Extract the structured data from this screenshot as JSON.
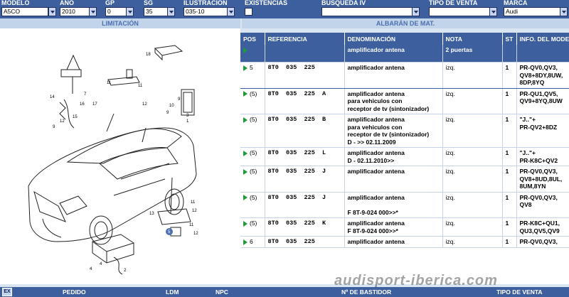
{
  "colors": {
    "header": "#3e5f9e",
    "band": "#c2d4ea",
    "row_text": "#000000",
    "play_icon": "#1e9a3a"
  },
  "header": {
    "fields": [
      {
        "label": "MODELO",
        "value": "A5CO"
      },
      {
        "label": "AÑO",
        "value": "2010"
      },
      {
        "label": "GP",
        "value": "0"
      },
      {
        "label": "SG",
        "value": "35"
      },
      {
        "label": "ILUSTRACION",
        "value": "035-10"
      },
      {
        "label": "EXISTENCIAS",
        "value": ""
      },
      {
        "label": "BUSQUEDA IV",
        "value": ""
      },
      {
        "label": "TIPO DE VENTA",
        "value": ""
      },
      {
        "label": "MARCA",
        "value": "Audi"
      }
    ]
  },
  "bands": {
    "limitacion": "LIMITACIÓN",
    "albaran": "ALBARÁN DE MAT."
  },
  "table": {
    "headers": [
      "POS",
      "REFERENCIA",
      "DENOMINACIÓN",
      "NOTA",
      "ST",
      "INFO. DEL MODE"
    ],
    "subheader": {
      "denominacion": "amplificador antena",
      "nota": "2 puertas"
    },
    "rows": [
      {
        "pos": "5",
        "ref": "8T0  035  225",
        "denom": "amplificador antena",
        "nota": "izq.",
        "st": "1",
        "info": "PR-QV0,QV3,\nQV8+8DY,8UW,\n8DP,8YQ"
      },
      {
        "pos": "(5)",
        "ref": "8T0  035  225  A",
        "denom": "amplificador antena\npara vehiculos con\nreceptor de tv (sintonizador)",
        "nota": "izq.",
        "st": "1",
        "info": "PR-QU1,QV5,\nQV9+8YQ,8UW"
      },
      {
        "pos": "(5)",
        "ref": "8T0  035  225  B",
        "denom": "amplificador antena\npara vehiculos con\nreceptor de tv (sintonizador)\nD -           >>  02.11.2009",
        "nota": "izq.",
        "st": "1",
        "info": "\"J..\"+\nPR-QV2+8DZ"
      },
      {
        "pos": "(5)",
        "ref": "8T0  035  225  L",
        "denom": "amplificador antena\nD - 02.11.2010>>",
        "nota": "izq.",
        "st": "1",
        "info": "\"J..\"+\nPR-K8C+QV2"
      },
      {
        "pos": "(5)",
        "ref": "8T0  035  225  J",
        "denom": "amplificador antena",
        "nota": "izq.",
        "st": "1",
        "info": "PR-QV0,QV3,\nQV8+8UD,8UL,\n8UM,8YN"
      },
      {
        "pos": "(5)",
        "ref": "8T0  035  225  J",
        "denom": "amplificador antena\n\nF 8T-9-024 000>>*",
        "nota": "izq.",
        "st": "1",
        "info": "PR-QV0,QV3,\nQV8"
      },
      {
        "pos": "(5)",
        "ref": "8T0  035  225  K",
        "denom": "amplificador antena\nF 8T-9-024 000>>*",
        "nota": "izq.",
        "st": "1",
        "info": "PR-K8C+QU1,\nQU3,QV5,QV9"
      },
      {
        "pos": "6",
        "ref": "8T0  035  225",
        "denom": "amplificador antena",
        "nota": "izq.",
        "st": "1",
        "info": "PR-QV0,QV3,"
      }
    ]
  },
  "diagram": {
    "callouts": [
      "18",
      "11",
      "14",
      "11",
      "12",
      "16",
      "17",
      "7",
      "9",
      "10",
      "1",
      "9",
      "3",
      "4",
      "12",
      "15",
      "9",
      "11",
      "12",
      "5",
      "13",
      "2",
      "11",
      "12",
      "4"
    ]
  },
  "bottom": {
    "ex": "EX",
    "items": [
      "PEDIDO",
      "LDM",
      "NPC",
      "Nº DE BASTIDOR",
      "TIPO DE VENTA"
    ]
  },
  "watermark": "audisport-iberica.com"
}
